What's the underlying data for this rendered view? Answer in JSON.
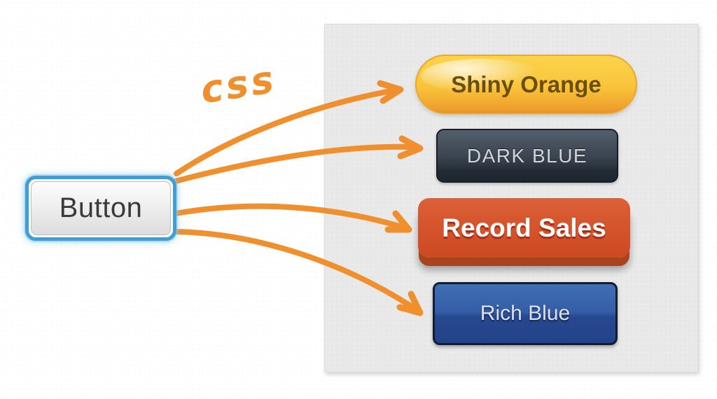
{
  "source_button": {
    "label": "Button"
  },
  "annotation": {
    "css_label": "CSS"
  },
  "panel": {
    "buttons": [
      {
        "label": "Shiny Orange",
        "style": "shiny-orange"
      },
      {
        "label": "DARK BLUE",
        "style": "dark-blue"
      },
      {
        "label": "Record Sales",
        "style": "record-sales"
      },
      {
        "label": "Rich Blue",
        "style": "rich-blue"
      }
    ]
  },
  "arrows": [
    {
      "from": "Button",
      "to": "Shiny Orange"
    },
    {
      "from": "Button",
      "to": "DARK BLUE"
    },
    {
      "from": "Button",
      "to": "Record Sales"
    },
    {
      "from": "Button",
      "to": "Rich Blue"
    }
  ],
  "colors": {
    "arrow_orange": "#ef8f2e",
    "panel_background": "#e9e9e9",
    "focus_ring_blue": "#3f9fd4",
    "shiny_orange_top": "#fbd44c",
    "shiny_orange_bottom": "#f0a02c",
    "dark_blue_top": "#545f6d",
    "dark_blue_bottom": "#1d252e",
    "record_sales_body": "#d4542b",
    "record_sales_ledge": "#a8431f",
    "rich_blue_top": "#406fb4",
    "rich_blue_bottom": "#22428a"
  }
}
